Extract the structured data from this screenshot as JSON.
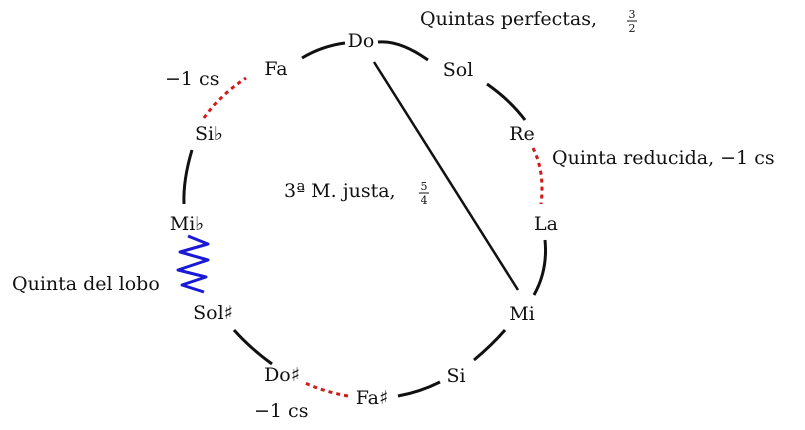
{
  "notes": [
    "Do",
    "Sol",
    "Re",
    "La",
    "Mi",
    "Si",
    "Fa♯",
    "Do♯",
    "Sol♯",
    "Mi♭",
    "Si♭",
    "Fa"
  ],
  "annotations": {
    "perfect_fifths": {
      "text": "Quintas perfectas,",
      "num": "3",
      "den": "2"
    },
    "reduced_fifth": "Quinta reducida, −1 cs",
    "wolf_fifth": "Quinta del lobo",
    "major_third": {
      "text": "3ª M. justa,",
      "num": "5",
      "den": "4"
    },
    "minus_cent_left": "−1 cs",
    "minus_cent_bottom": "−1 cs"
  },
  "colors": {
    "ink": "#111111",
    "reduced": "#d11a1a",
    "wolf": "#1a1ad6"
  }
}
